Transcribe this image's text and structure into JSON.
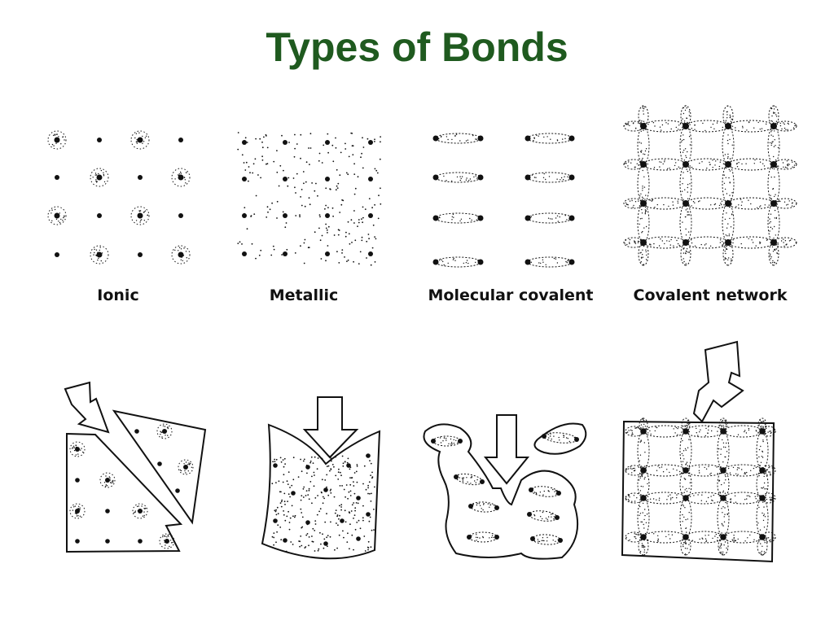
{
  "slide": {
    "title": "Types of Bonds",
    "title_color": "#1f5a1f"
  },
  "diagram": {
    "labels": {
      "ionic": "Ionic",
      "metallic": "Metallic",
      "molecular_covalent": "Molecular covalent",
      "covalent_network": "Covalent network"
    },
    "ink_color": "#111111"
  }
}
